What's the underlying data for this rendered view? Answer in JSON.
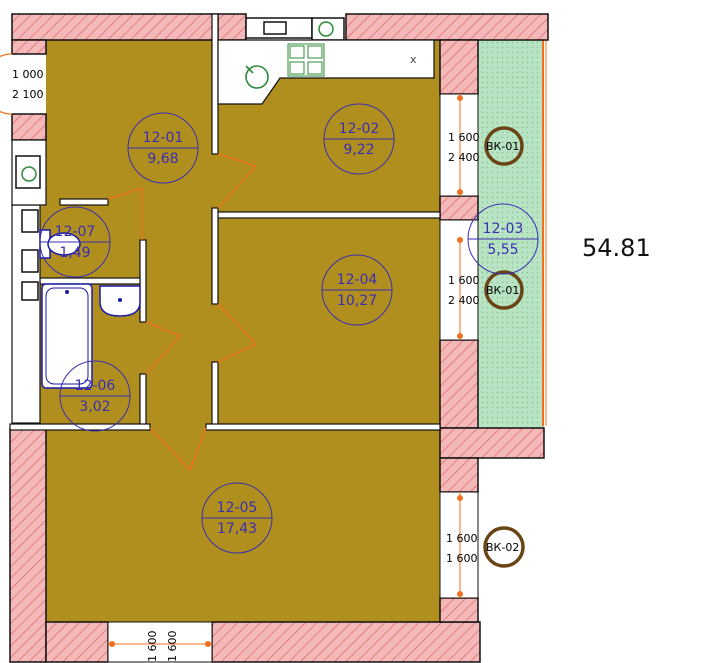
{
  "total_area": "54.81",
  "rooms": {
    "r1": {
      "code": "12-01",
      "area": "9,68"
    },
    "r2": {
      "code": "12-02",
      "area": "9,22"
    },
    "r3": {
      "code": "12-03",
      "area": "5,55"
    },
    "r4": {
      "code": "12-04",
      "area": "10,27"
    },
    "r5": {
      "code": "12-05",
      "area": "17,43"
    },
    "r6": {
      "code": "12-06",
      "area": "3,02"
    },
    "r7": {
      "code": "12-07",
      "area": "1,49"
    }
  },
  "openings": {
    "door_left": {
      "w": "1 000",
      "h": "2 100"
    },
    "win_top": {
      "w": "1 600",
      "h": "2 400"
    },
    "win_mid": {
      "w": "1 600",
      "h": "2 400"
    },
    "win_right": {
      "w": "1 600",
      "h": "1 600"
    },
    "win_bottom": {
      "w": "1 600",
      "h": "1 600"
    }
  },
  "vent_tags": {
    "top": "ВК-01",
    "mid": "ВК-01",
    "bottom": "ВК-02"
  },
  "colors": {
    "floor": "#b08f1e",
    "wall_fill": "#f4b8b8",
    "wall_hatch": "#d96060",
    "balcony": "#b8e4c4",
    "room_label": "#3a2fb0",
    "door_swing": "#f07020",
    "vent_ring": "#6b4416",
    "fixture": "#1a1aa8"
  }
}
